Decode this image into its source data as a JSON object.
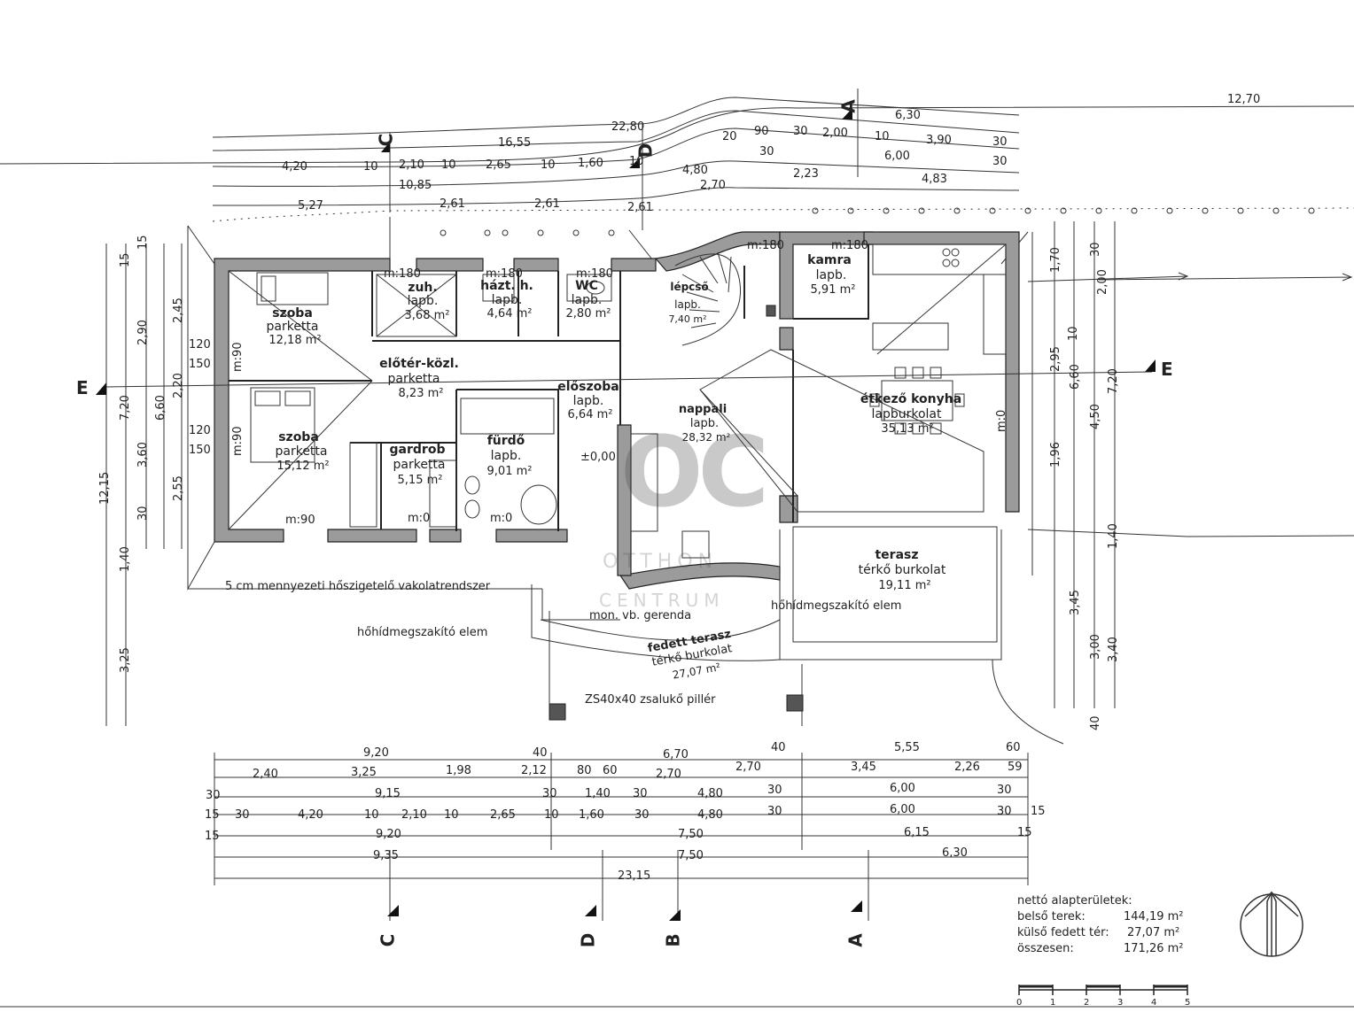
{
  "rooms": [
    {
      "name": "szoba",
      "material": "parketta",
      "area": "12,18 m²"
    },
    {
      "name": "szoba",
      "material": "parketta",
      "area": "15,12 m²"
    },
    {
      "name": "zuh.",
      "material": "lapb.",
      "area": "3,68 m²"
    },
    {
      "name": "házt. h.",
      "material": "lapb.",
      "area": "4,64 m²"
    },
    {
      "name": "WC",
      "material": "lapb.",
      "area": "2,80 m²"
    },
    {
      "name": "lépcső",
      "material": "lapb.",
      "area": "7,40 m²"
    },
    {
      "name": "kamra",
      "material": "lapb.",
      "area": "5,91 m²"
    },
    {
      "name": "előtér-közl.",
      "material": "parketta",
      "area": "8,23 m²"
    },
    {
      "name": "előszoba",
      "material": "lapb.",
      "area": "6,64 m²"
    },
    {
      "name": "nappali",
      "material": "lapb.",
      "area": "28,32 m²"
    },
    {
      "name": "étkező konyha",
      "material": "lapburkolat",
      "area": "35,13 m²"
    },
    {
      "name": "gardrob",
      "material": "parketta",
      "area": "5,15 m²"
    },
    {
      "name": "fürdő",
      "material": "lapb.",
      "area": "9,01 m²"
    },
    {
      "name": "terasz",
      "material": "térkő burkolat",
      "area": "19,11 m²"
    },
    {
      "name": "fedett terasz",
      "material": "térkő burkolat",
      "area": "27,07 m²"
    }
  ],
  "notes": {
    "insulation": "5 cm mennyezeti hőszigetelő vakolatrendszer",
    "beam": "mon. vb. gerenda",
    "break_left": "hőhídmegszakító elem",
    "break_right": "hőhídmegszakító elem",
    "pillar": "ZS40x40 zsalukő pillér",
    "level": "±0,00"
  },
  "sections": {
    "E_left": "E",
    "E_right": "E",
    "C_top": "C",
    "D_top": "D",
    "A_top": "A",
    "C_bottom": "C",
    "D_bottom": "D",
    "B_bottom": "B",
    "A_bottom": "A"
  },
  "dims_top": [
    "12,70",
    "6,30",
    "22,80",
    "16,55",
    "20",
    "90",
    "30",
    "2,00",
    "10",
    "3,90",
    "30",
    "4,20",
    "10",
    "2,10",
    "10",
    "2,65",
    "10",
    "1,60",
    "10",
    "6,00",
    "30",
    "10,85",
    "4,80",
    "2,23",
    "4,83",
    "2,70",
    "30",
    "5,27",
    "2,61",
    "2,61",
    "2,61"
  ],
  "dims_bottom": {
    "row1": [
      "9,20",
      "40",
      "6,70",
      "40",
      "5,55",
      "60"
    ],
    "row2": [
      "2,40",
      "3,25",
      "1,98",
      "2,12",
      "80",
      "60",
      "2,70",
      "2,70",
      "3,45",
      "2,26",
      "59"
    ],
    "row3": [
      "30",
      "9,15",
      "30",
      "1,40",
      "30",
      "4,80",
      "30",
      "6,00",
      "30"
    ],
    "row4": [
      "15",
      "30",
      "4,20",
      "10",
      "2,10",
      "10",
      "2,65",
      "10",
      "1,60",
      "30",
      "4,80",
      "30",
      "6,00",
      "30",
      "15"
    ],
    "row5": [
      "15",
      "9,20",
      "7,50",
      "6,15",
      "15"
    ],
    "row6": [
      "9,35",
      "7,50",
      "6,30"
    ],
    "row7": [
      "23,15"
    ]
  },
  "dims_left": [
    "12,15",
    "7,20",
    "6,60",
    "2,45",
    "2,90",
    "2,20",
    "3,60",
    "2,55",
    "1,40",
    "3,25",
    "30",
    "15",
    "15",
    "120",
    "150",
    "120",
    "150"
  ],
  "dims_right": [
    "2,00",
    "7,20",
    "6,60",
    "2,95",
    "4,50",
    "1,96",
    "1,40",
    "3,45",
    "3,00",
    "3,40",
    "30",
    "1,70",
    "10",
    "40"
  ],
  "openings": [
    "m:180",
    "m:180",
    "m:180",
    "m:180",
    "m:180",
    "m:90",
    "m:90",
    "m:0",
    "m:0",
    "m:90",
    "m:0"
  ],
  "stats": {
    "title": "nettó alapterületek:",
    "rows": [
      {
        "label": "belső terek:",
        "value": "144,19 m²"
      },
      {
        "label": "külső fedett tér:",
        "value": "27,07 m²"
      },
      {
        "label": "összesen:",
        "value": "171,26 m²"
      }
    ]
  },
  "scale": [
    "0",
    "1",
    "2",
    "3",
    "4",
    "5"
  ],
  "watermark": {
    "oc": "OC",
    "line1": "OTTHON",
    "line2": "CENTRUM"
  }
}
